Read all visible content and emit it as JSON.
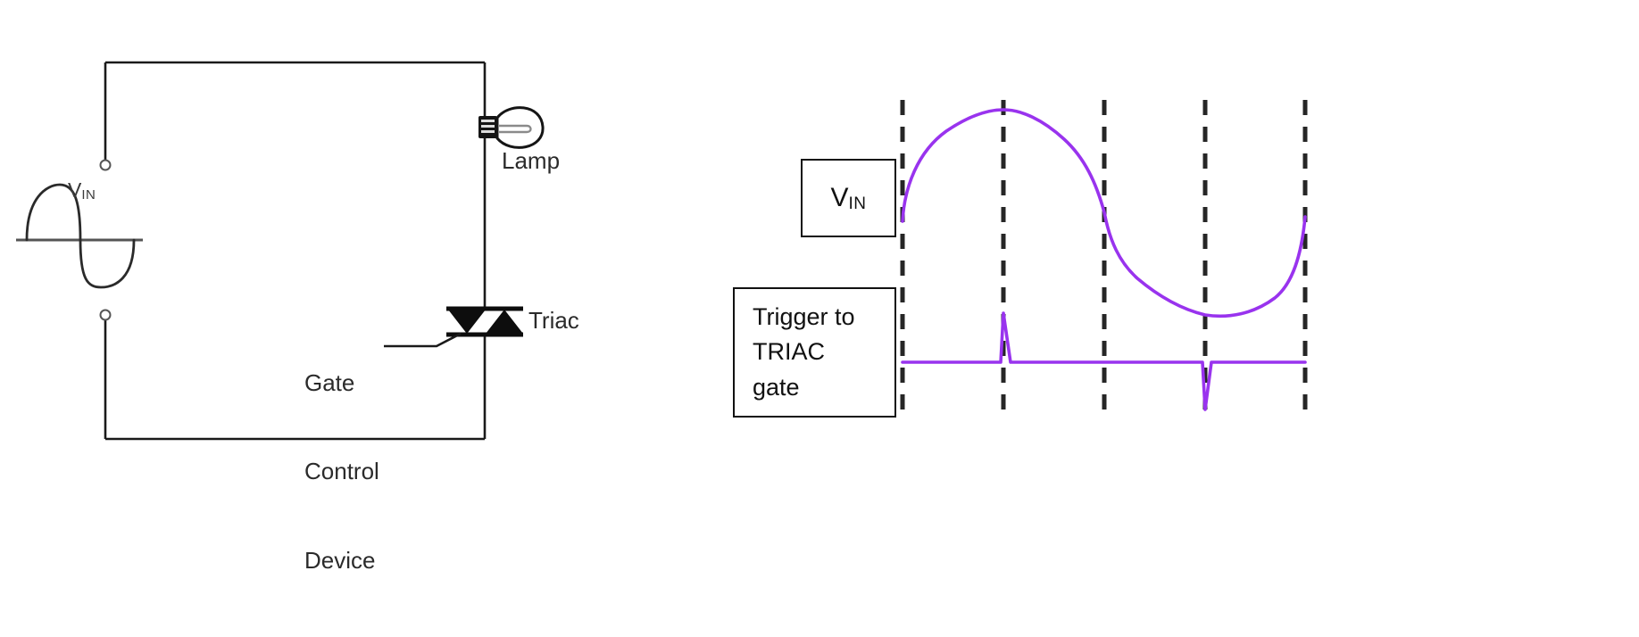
{
  "figure": {
    "title": "TRIAC phase-control lamp dimmer circuit with V-IN and gate-trigger waveforms",
    "background": "#ffffff",
    "wire_color": "#1a1a1a",
    "waveform_color": "#9933ee",
    "dash_color": "#262626"
  },
  "circuit": {
    "source": {
      "label_main": "V",
      "label_sub": "IN",
      "symbol": "ac-sine-source"
    },
    "lamp": {
      "label": "Lamp",
      "symbol": "lamp-bulb"
    },
    "triac": {
      "label": "Triac",
      "symbol": "triac-bidirectional-thyristor"
    },
    "gate_control": {
      "line1": "Gate",
      "line2": "Control",
      "line3": "Device"
    },
    "terminals": {
      "count": 2,
      "style": "open-circle"
    }
  },
  "waveform_panel": {
    "vin_box": {
      "label_main": "V",
      "label_sub": "IN"
    },
    "trigger_box": {
      "line1": "Trigger to",
      "line2": "TRIAC",
      "line3": "gate"
    }
  },
  "chart_data": {
    "type": "line",
    "title": "TRIAC phase control timing",
    "xlabel": "",
    "ylabel": "",
    "grid": false,
    "legend_position": "left-boxes",
    "axis_ranges": {
      "x": [
        1011,
        1462
      ],
      "y_vin": [
        122,
        356
      ],
      "y_trigger": [
        352,
        460
      ]
    },
    "gridline_x_positions": [
      1011,
      1124,
      1237,
      1350,
      1462
    ],
    "gridline_style": "vertical black dashed",
    "series": [
      {
        "name": "V_IN",
        "color": "#9933ee",
        "description": "Clipped/flattened AC sine: rises from baseline at first dashed line, peaks at second dashed line, steeply falls through the third dashed line, reaches negative trough near the fourth dashed line, rising again at the fifth",
        "points": [
          {
            "x": 1011,
            "y": 240
          },
          {
            "x": 1020,
            "y": 205
          },
          {
            "x": 1035,
            "y": 175
          },
          {
            "x": 1055,
            "y": 152
          },
          {
            "x": 1080,
            "y": 135
          },
          {
            "x": 1105,
            "y": 126
          },
          {
            "x": 1124,
            "y": 124
          },
          {
            "x": 1150,
            "y": 127
          },
          {
            "x": 1178,
            "y": 140
          },
          {
            "x": 1205,
            "y": 163
          },
          {
            "x": 1225,
            "y": 192
          },
          {
            "x": 1237,
            "y": 238
          },
          {
            "x": 1244,
            "y": 268
          },
          {
            "x": 1256,
            "y": 292
          },
          {
            "x": 1275,
            "y": 312
          },
          {
            "x": 1300,
            "y": 330
          },
          {
            "x": 1325,
            "y": 343
          },
          {
            "x": 1350,
            "y": 352
          },
          {
            "x": 1385,
            "y": 356
          },
          {
            "x": 1415,
            "y": 350
          },
          {
            "x": 1440,
            "y": 322
          },
          {
            "x": 1455,
            "y": 280
          },
          {
            "x": 1462,
            "y": 240
          }
        ]
      },
      {
        "name": "Trigger to TRIAC gate",
        "color": "#9933ee",
        "description": "Flat baseline with a narrow positive spike at the second dashed line and a narrow negative spike at the fourth dashed line",
        "baseline_y": 406,
        "spikes": [
          {
            "x": 1124,
            "direction": "positive",
            "peak_y": 351
          },
          {
            "x": 1350,
            "direction": "negative",
            "peak_y": 459
          }
        ],
        "points": [
          {
            "x": 1011,
            "y": 406
          },
          {
            "x": 1120,
            "y": 406
          },
          {
            "x": 1124,
            "y": 351
          },
          {
            "x": 1133,
            "y": 406
          },
          {
            "x": 1346,
            "y": 406
          },
          {
            "x": 1350,
            "y": 459
          },
          {
            "x": 1358,
            "y": 406
          },
          {
            "x": 1462,
            "y": 406
          }
        ]
      }
    ]
  }
}
